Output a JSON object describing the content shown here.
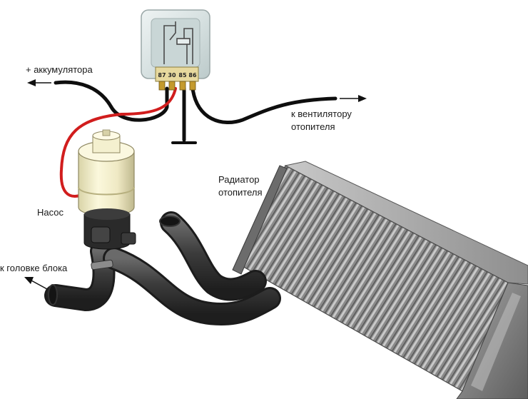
{
  "diagram": {
    "relay": {
      "pins": [
        "87",
        "30",
        "85",
        "86"
      ]
    },
    "labels": {
      "battery": "+ аккумулятора",
      "fan_line1": "к вентилятору",
      "fan_line2": "отопителя",
      "radiator_line1": "Радиатор",
      "radiator_line2": "отопителя",
      "pump": "Насос",
      "engine_head": "к головке блока"
    }
  }
}
